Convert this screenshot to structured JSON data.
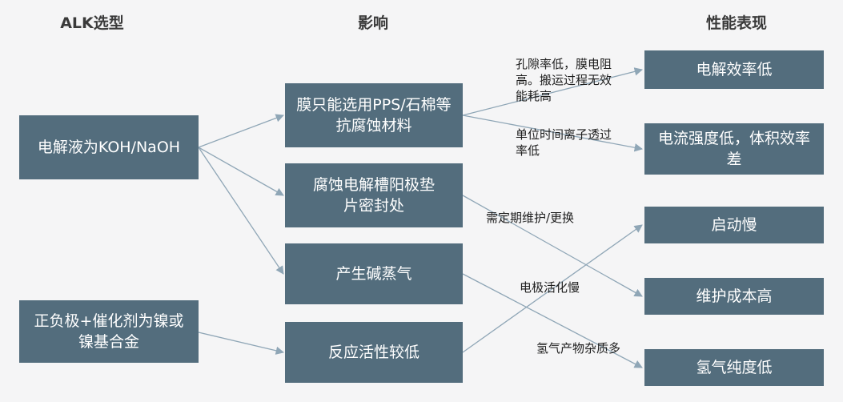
{
  "headers": {
    "col1": "ALK选型",
    "col2": "影响",
    "col3": "性能表现"
  },
  "inputs": {
    "electrolyte": "电解液为KOH/NaOH",
    "electrode": "正负极+催化剂为镍或镍基合金"
  },
  "impacts": {
    "membrane": "膜只能选用PPS/石棉等抗腐蚀材料",
    "corrosion": "腐蚀电解槽阳极垫片密封处",
    "alkali": "产生碱蒸气",
    "activity": "反应活性较低"
  },
  "outcomes": {
    "efficiency": "电解效率低",
    "current": "电流强度低，体积效率差",
    "startup": "启动慢",
    "maintenance": "维护成本高",
    "purity": "氢气纯度低"
  },
  "edge_labels": {
    "porosity": "孔隙率低，膜电阻高。搬运过程无效能耗高",
    "ion": "单位时间离子透过率低",
    "maintain": "需定期维护/更换",
    "activation": "电极活化慢",
    "impurity": "氢气产物杂质多"
  },
  "colors": {
    "box": "#536d7d",
    "arrow": "#8fa6b6"
  }
}
